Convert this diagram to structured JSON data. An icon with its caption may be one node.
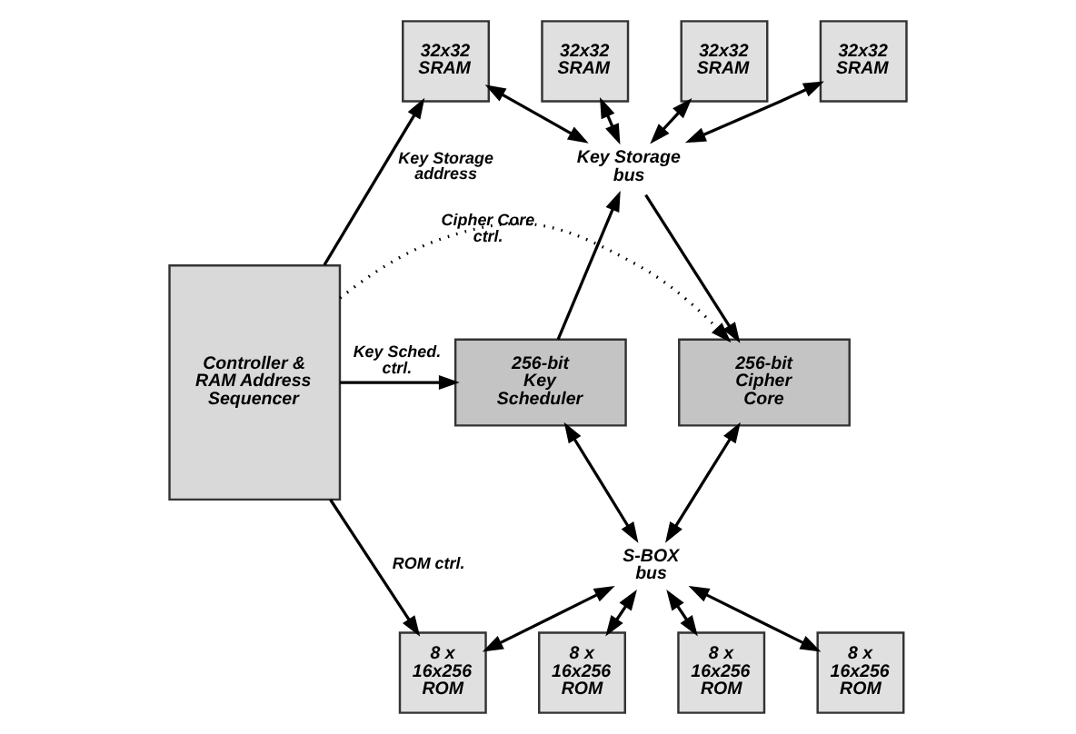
{
  "diagram": {
    "nodes": [
      {
        "text": [
          "Controller & RAM Address Sequencer"
        ]
      },
      {
        "text": [
          "32x32 SRAM"
        ]
      },
      {
        "text": [
          "32x32 SRAM"
        ]
      },
      {
        "text": [
          "32x32 SRAM"
        ]
      },
      {
        "text": [
          "32x32 SRAM"
        ]
      },
      {
        "text": [
          "Key Storage bus"
        ]
      },
      {
        "text": [
          "256-bit Key Scheduler"
        ]
      },
      {
        "text": [
          "256-bit Cipher Core"
        ]
      },
      {
        "text": [
          "S-BOX bus"
        ]
      },
      {
        "text": [
          "8 x 16x256 ROM"
        ]
      },
      {
        "text": [
          "8 x 16x256 ROM"
        ]
      },
      {
        "text": [
          "8 x 16x256 ROM"
        ]
      },
      {
        "text": [
          "8 x 16x256 ROM"
        ]
      }
    ],
    "edges": [
      {
        "from": 0,
        "to": 1,
        "arrow": "to",
        "label": "Key Storage address"
      },
      {
        "from": 0,
        "to": 6,
        "arrow": "to",
        "label": "Key Sched. ctrl."
      },
      {
        "from": 0,
        "to": 7,
        "arrow": "to",
        "label": "Cipher Core ctrl.",
        "style": "dashed"
      },
      {
        "from": 0,
        "to": 9,
        "arrow": "to",
        "label": "ROM ctrl."
      },
      {
        "from": 1,
        "to": 5,
        "arrow": "both"
      },
      {
        "from": 2,
        "to": 5,
        "arrow": "both"
      },
      {
        "from": 3,
        "to": 5,
        "arrow": "both"
      },
      {
        "from": 4,
        "to": 5,
        "arrow": "both"
      },
      {
        "from": 6,
        "to": 5,
        "arrow": "to"
      },
      {
        "from": 5,
        "to": 7,
        "arrow": "to"
      },
      {
        "from": 6,
        "to": 8,
        "arrow": "both"
      },
      {
        "from": 7,
        "to": 8,
        "arrow": "both"
      },
      {
        "from": 8,
        "to": 9,
        "arrow": "both"
      },
      {
        "from": 8,
        "to": 10,
        "arrow": "both"
      },
      {
        "from": 8,
        "to": 11,
        "arrow": "both"
      },
      {
        "from": 8,
        "to": 12,
        "arrow": "both"
      }
    ]
  }
}
